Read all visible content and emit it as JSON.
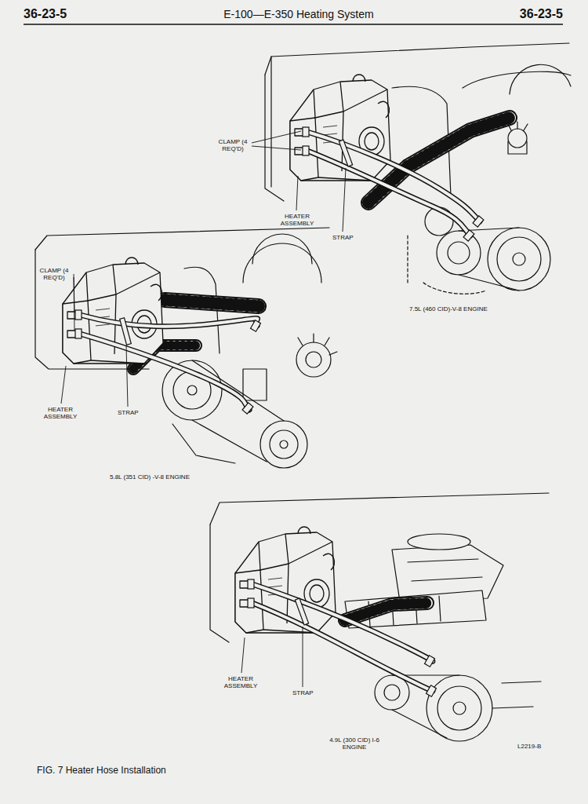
{
  "diagram": {
    "title": "E-100—E-350 Heating System",
    "caption": "FIG. 7 Heater Hose Installation",
    "labels": [
      "36-23-5",
      "36-23-5",
      "CLAMP (4 REQ'D)",
      "HEATER ASSEMBLY",
      "STRAP",
      "7.5L (460 CID)-V-8 ENGINE",
      "CLAMP (4 REQ'D)",
      "HEATER ASSEMBLY",
      "STRAP",
      "5.8L (351 CID) -V-8 ENGINE",
      "HEATER ASSEMBLY",
      "STRAP",
      "4.9L (300 CID) I-6 ENGINE",
      "L2219-B"
    ]
  }
}
